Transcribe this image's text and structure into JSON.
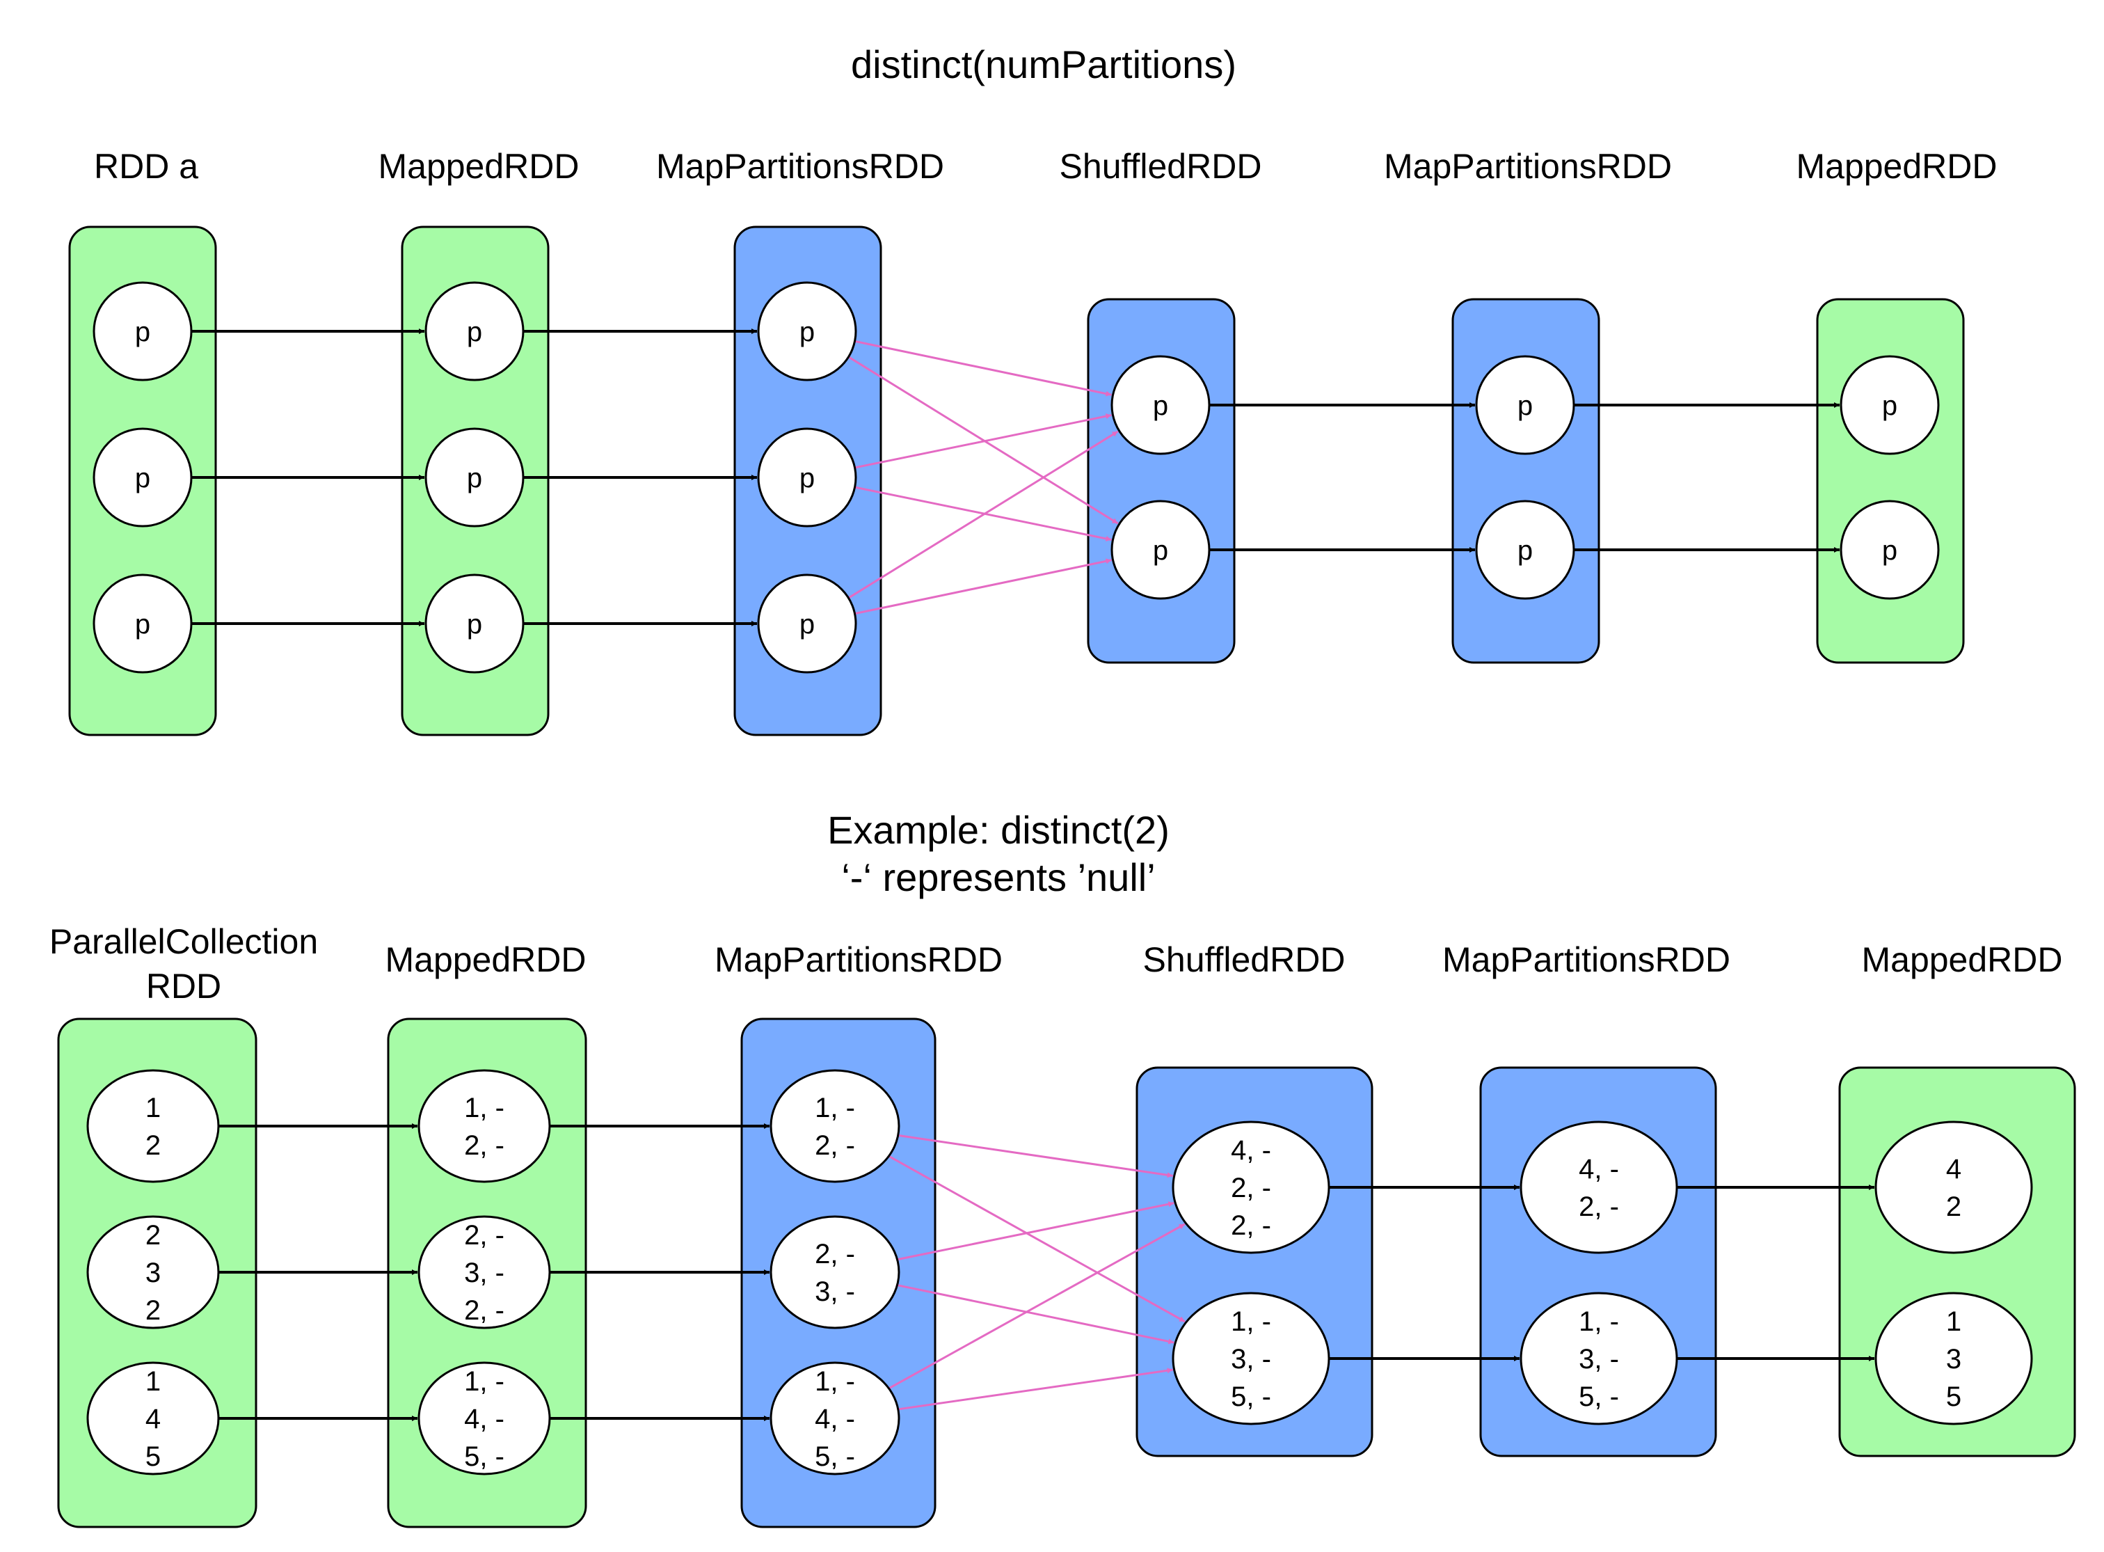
{
  "colors": {
    "green": "#a6fba6",
    "blue": "#79abff",
    "shuffle_arrow": "#e46ac3",
    "arrow": "#000000"
  },
  "top": {
    "title": "distinct(numPartitions)",
    "rdds": [
      {
        "label": "RDD a",
        "color": "green",
        "partitions": [
          "p",
          "p",
          "p"
        ]
      },
      {
        "label": "MappedRDD",
        "color": "green",
        "partitions": [
          "p",
          "p",
          "p"
        ]
      },
      {
        "label": "MapPartitionsRDD",
        "color": "blue",
        "partitions": [
          "p",
          "p",
          "p"
        ]
      },
      {
        "label": "ShuffledRDD",
        "color": "blue",
        "partitions": [
          "p",
          "p"
        ]
      },
      {
        "label": "MapPartitionsRDD",
        "color": "blue",
        "partitions": [
          "p",
          "p"
        ]
      },
      {
        "label": "MappedRDD",
        "color": "green",
        "partitions": [
          "p",
          "p"
        ]
      }
    ]
  },
  "bottom": {
    "title_line1": "Example: distinct(2)",
    "title_line2": "‘-‘ represents ’null’",
    "rdds": [
      {
        "label": [
          "ParallelCollection",
          "RDD"
        ],
        "color": "green",
        "partitions": [
          [
            "1",
            "2"
          ],
          [
            "2",
            "3",
            "2"
          ],
          [
            "1",
            "4",
            "5"
          ]
        ]
      },
      {
        "label": [
          "MappedRDD"
        ],
        "color": "green",
        "partitions": [
          [
            "1, -",
            "2, -"
          ],
          [
            "2, -",
            "3, -",
            "2, -"
          ],
          [
            "1, -",
            "4, -",
            "5, -"
          ]
        ]
      },
      {
        "label": [
          "MapPartitionsRDD"
        ],
        "color": "blue",
        "partitions": [
          [
            "1, -",
            "2, -"
          ],
          [
            "2, -",
            "3, -"
          ],
          [
            "1, -",
            "4, -",
            "5, -"
          ]
        ]
      },
      {
        "label": [
          "ShuffledRDD"
        ],
        "color": "blue",
        "partitions": [
          [
            "4, -",
            "2, -",
            "2, -"
          ],
          [
            "1, -",
            "3, -",
            "5, -"
          ]
        ]
      },
      {
        "label": [
          "MapPartitionsRDD"
        ],
        "color": "blue",
        "partitions": [
          [
            "4, -",
            "2, -"
          ],
          [
            "1, -",
            "3, -",
            "5, -"
          ]
        ]
      },
      {
        "label": [
          "MappedRDD"
        ],
        "color": "green",
        "partitions": [
          [
            "4",
            "2"
          ],
          [
            "1",
            "3",
            "5"
          ]
        ]
      }
    ]
  }
}
